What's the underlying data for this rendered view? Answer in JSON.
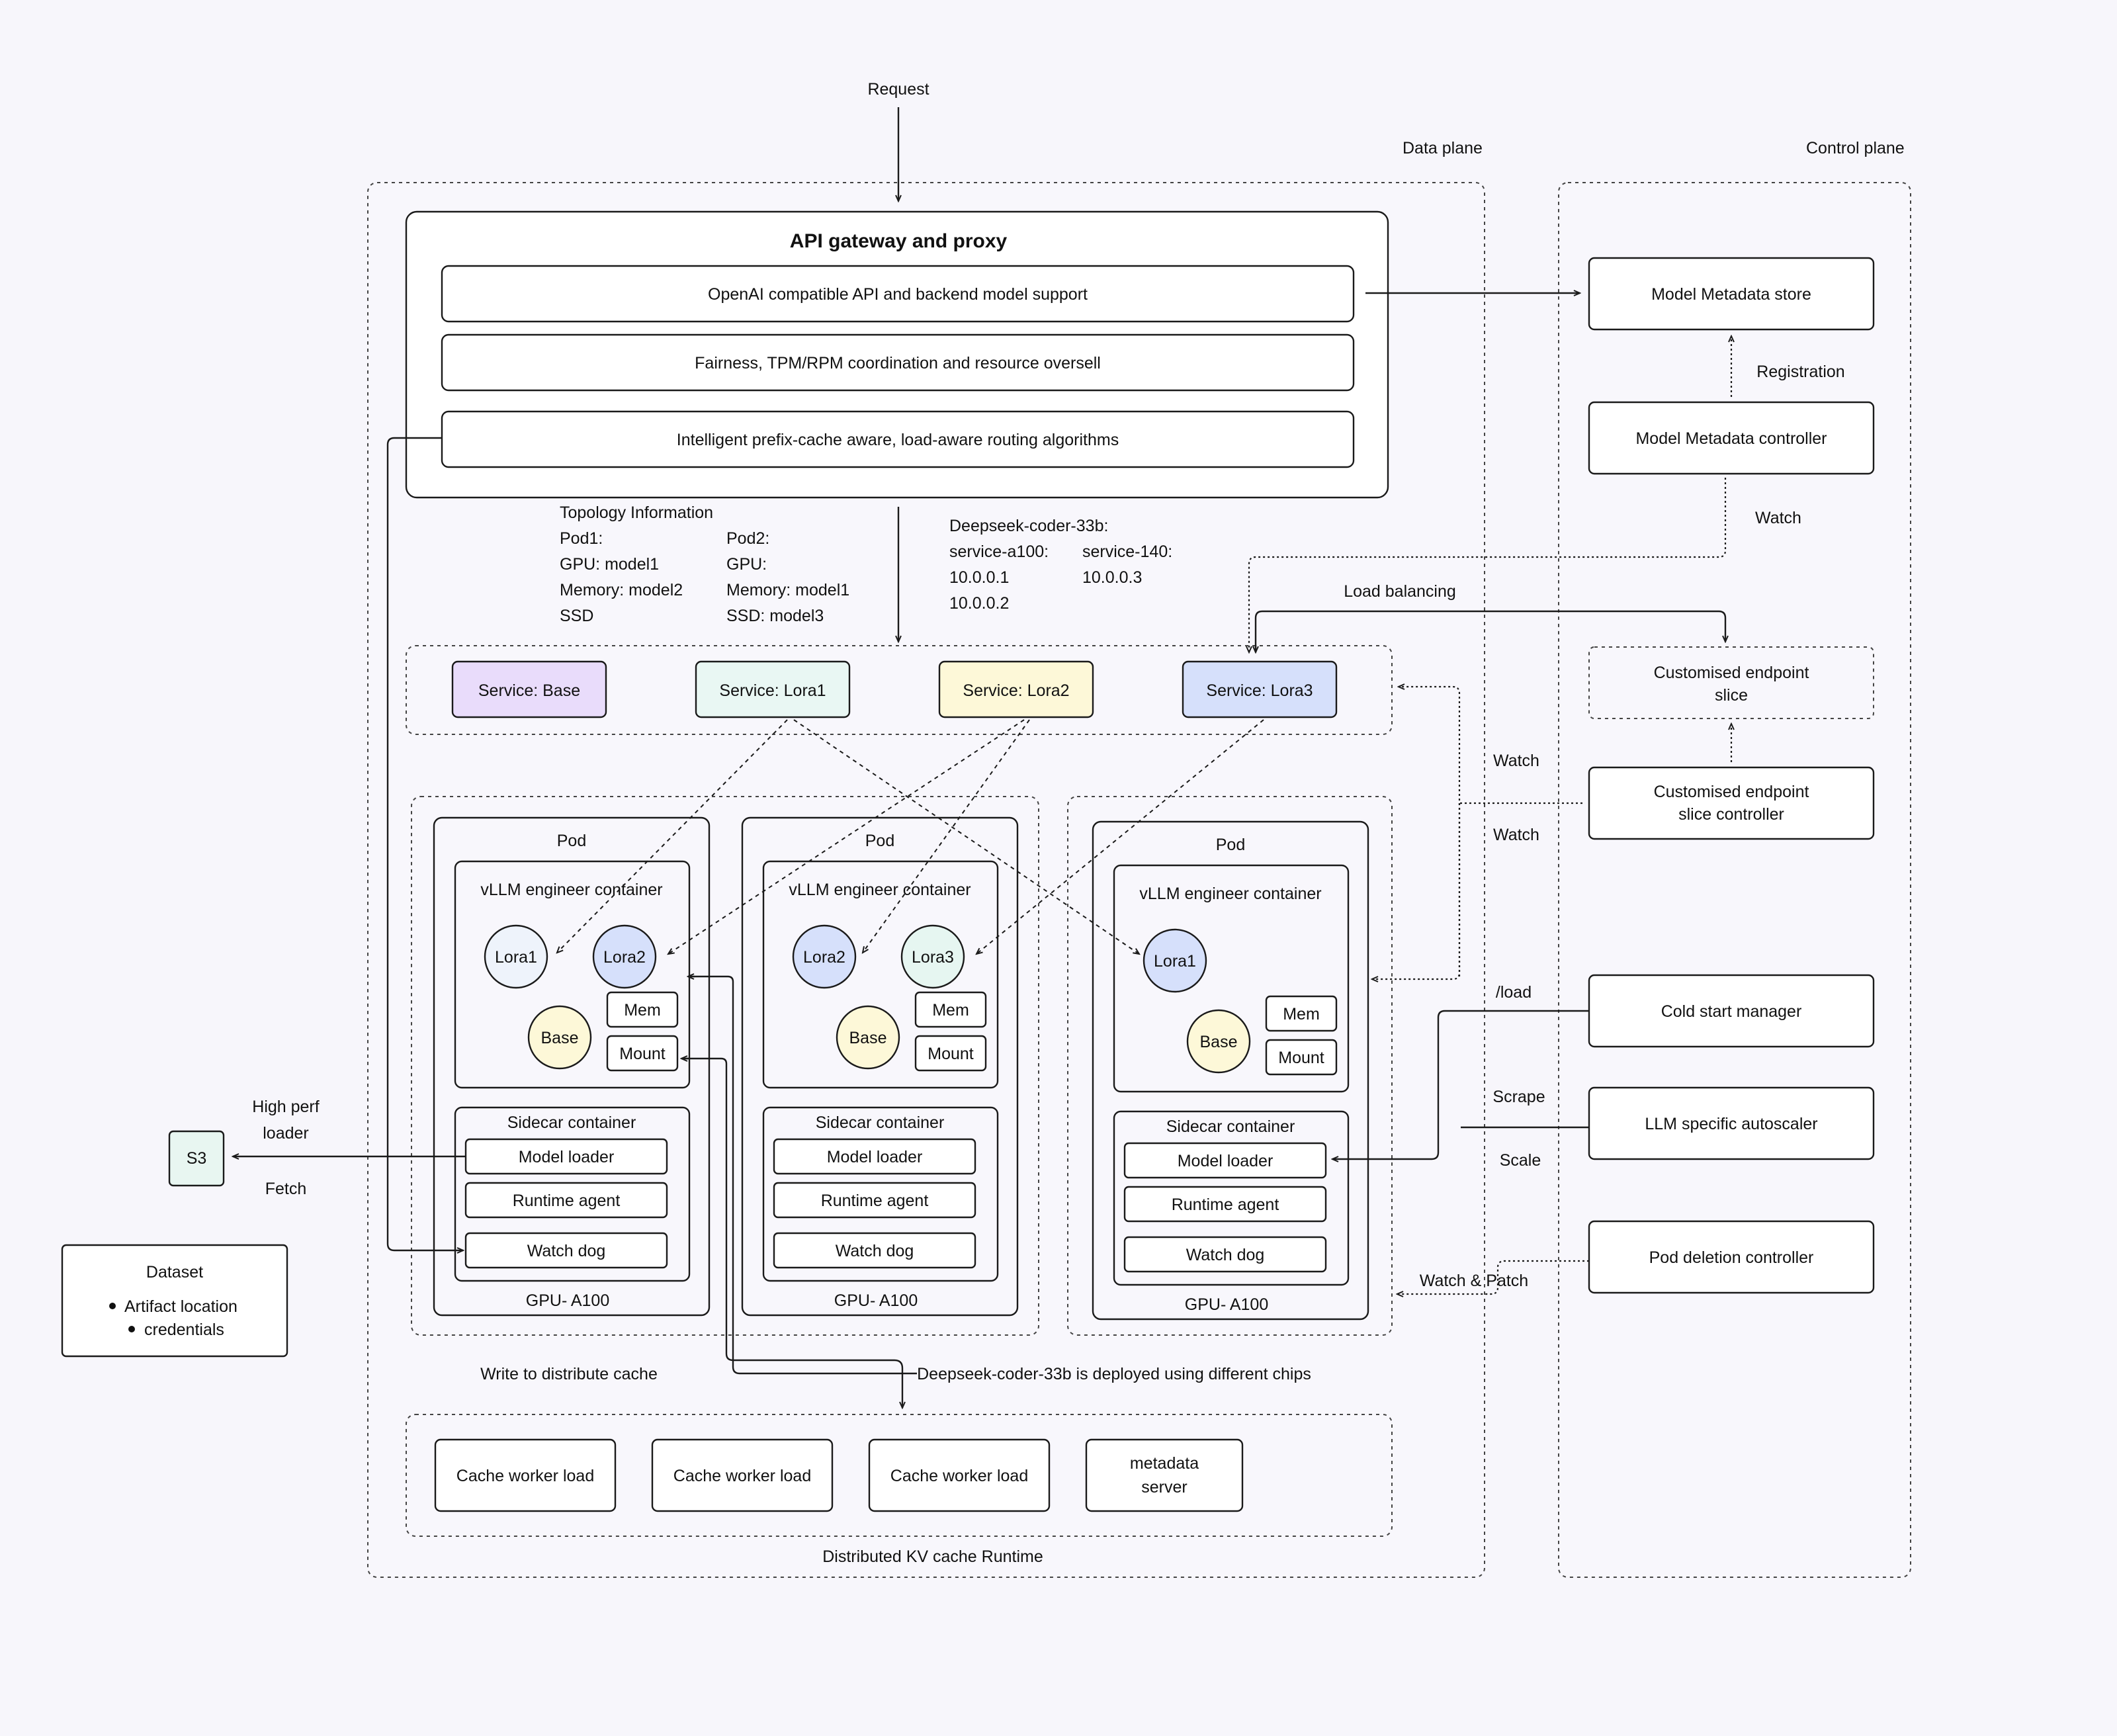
{
  "colors": {
    "background": "#f7f6fb",
    "service_base": "#e9dcfb",
    "service_lora1": "#e9f7f3",
    "service_lora2": "#fdf8d8",
    "service_lora3": "#d6e0fb",
    "lora_light": "#eef3fb",
    "lora_blue": "#d6e0fb",
    "lora_green": "#e6f6f1",
    "base_yellow": "#fdf8d8",
    "s3_fill": "#e8f6f1"
  },
  "labels": {
    "request": "Request",
    "data_plane": "Data plane",
    "control_plane": "Control plane",
    "registration": "Registration",
    "watch": "Watch",
    "load_balancing": "Load balancing",
    "load": "/load",
    "scrape": "Scrape",
    "scale": "Scale",
    "watch_patch": "Watch & Patch",
    "high_perf_1": "High perf",
    "high_perf_2": "loader",
    "fetch": "Fetch",
    "write_cache": "Write to distribute cache",
    "deployed_chips": "Deepseek-coder-33b is deployed using different chips",
    "kv_runtime": "Distributed KV cache Runtime"
  },
  "gateway": {
    "title": "API gateway and proxy",
    "rows": [
      "OpenAI compatible API and backend model support",
      "Fairness, TPM/RPM coordination and resource oversell",
      "Intelligent prefix-cache aware, load-aware routing algorithms"
    ]
  },
  "topology": {
    "heading": "Topology Information",
    "pod1": [
      "Pod1:",
      "GPU: model1",
      "Memory: model2",
      "SSD"
    ],
    "pod2": [
      "Pod2:",
      "GPU:",
      "Memory: model1",
      "SSD: model3"
    ]
  },
  "deepseek": {
    "heading": "Deepseek-coder-33b:",
    "a100": [
      "service-a100:",
      "10.0.0.1",
      "10.0.0.2"
    ],
    "h140": [
      "service-140:",
      "10.0.0.3"
    ]
  },
  "services": [
    "Service: Base",
    "Service: Lora1",
    "Service: Lora2",
    "Service: Lora3"
  ],
  "pods": [
    {
      "title": "Pod",
      "engine": "vLLM engineer container",
      "adapters": [
        "Lora1",
        "Lora2"
      ],
      "base": "Base",
      "mem": "Mem",
      "mount": "Mount",
      "sidecar": "Sidecar container",
      "sidecar_items": [
        "Model loader",
        "Runtime agent",
        "Watch dog"
      ],
      "gpu": "GPU- A100"
    },
    {
      "title": "Pod",
      "engine": "vLLM engineer container",
      "adapters": [
        "Lora2",
        "Lora3"
      ],
      "base": "Base",
      "mem": "Mem",
      "mount": "Mount",
      "sidecar": "Sidecar container",
      "sidecar_items": [
        "Model loader",
        "Runtime agent",
        "Watch dog"
      ],
      "gpu": "GPU- A100"
    },
    {
      "title": "Pod",
      "engine": "vLLM engineer container",
      "adapters": [
        "Lora1"
      ],
      "base": "Base",
      "mem": "Mem",
      "mount": "Mount",
      "sidecar": "Sidecar container",
      "sidecar_items": [
        "Model loader",
        "Runtime agent",
        "Watch dog"
      ],
      "gpu": "GPU- A100"
    }
  ],
  "control": {
    "metadata_store": "Model Metadata store",
    "metadata_controller": "Model Metadata controller",
    "endpoint_slice": [
      "Customised endpoint",
      "slice"
    ],
    "endpoint_slice_controller": [
      "Customised endpoint",
      "slice controller"
    ],
    "cold_start": "Cold start manager",
    "autoscaler": "LLM specific autoscaler",
    "pod_deletion": "Pod deletion controller"
  },
  "cache": [
    "Cache worker load",
    "Cache worker load",
    "Cache worker load"
  ],
  "metadata_server": [
    "metadata",
    "server"
  ],
  "s3": "S3",
  "dataset": {
    "title": "Dataset",
    "items": [
      "Artifact location",
      "credentials"
    ]
  }
}
